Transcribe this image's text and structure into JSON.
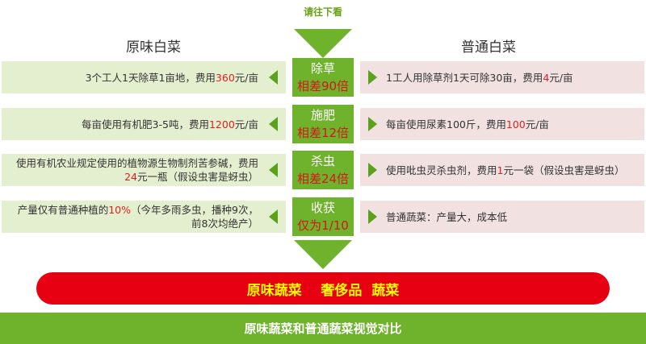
{
  "hint": "请往下看",
  "columns": {
    "left": "原味白菜",
    "right": "普通白菜"
  },
  "rows": [
    {
      "left": {
        "pre": "3个工人1天除草1亩地，费用",
        "hl": "360",
        "post": "元/亩"
      },
      "mid": {
        "top": "除草",
        "bottom": "相差90倍"
      },
      "right": {
        "pre": "1工人用除草剂1天可除30亩，费用",
        "hl": "4",
        "post": "元/亩"
      }
    },
    {
      "left": {
        "pre": "每亩使用有机肥3-5吨，费用",
        "hl": "1200",
        "post": "元/亩"
      },
      "mid": {
        "top": "施肥",
        "bottom": "相差12倍"
      },
      "right": {
        "pre": "每亩使用尿素100斤，费用",
        "hl": "100",
        "post": "元/亩"
      }
    },
    {
      "left": {
        "pre": "使用有机农业规定使用的植物源生物制剂苦参碱，费用",
        "hl": "24",
        "post": "元一瓶（假设虫害是蚜虫）"
      },
      "mid": {
        "top": "杀虫",
        "bottom": "相差24倍"
      },
      "right": {
        "pre": "使用吡虫灵杀虫剂，费用",
        "hl": "1",
        "post": "元一袋（假设虫害是蚜虫）"
      }
    },
    {
      "left": {
        "pre": "产量仅有普通种植的",
        "hl": "10%",
        "post": "（今年多雨多虫，播种9次，前8次均绝产）"
      },
      "mid": {
        "top": "收获",
        "bottom": "仅为1/10"
      },
      "right": {
        "pre": "普通蔬菜：产量大，成本低",
        "hl": "",
        "post": ""
      }
    }
  ],
  "banner": "原味蔬菜    奢侈品  蔬菜",
  "footer": "原味蔬菜和普通蔬菜视觉对比",
  "colors": {
    "green": "#6fb22b",
    "red": "#e60012",
    "highlight": "#e02020",
    "yellow": "#fffb00",
    "left_bg": "#e4efcf",
    "right_bg": "#f1e1e1"
  }
}
